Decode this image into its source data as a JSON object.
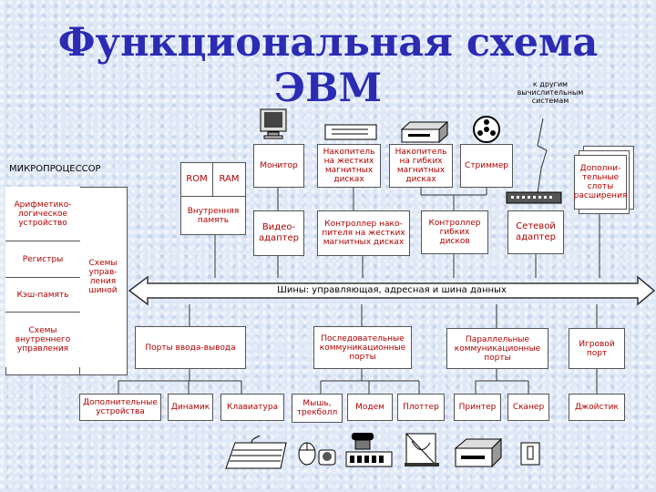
{
  "title": "Функциональная схема ЭВМ",
  "cpu": {
    "heading": "МИКРОПРОЦЕССОР",
    "alu": "Арифметико-логическое устройство",
    "registers": "Регистры",
    "cache": "Кэш-память",
    "control": "Схемы внутреннего управления",
    "bus_control": "Схемы управ-ления шиной"
  },
  "memory": {
    "rom": "ROM",
    "ram": "RAM",
    "internal": "Внутренняя память"
  },
  "devices": {
    "monitor": "Монитор",
    "hdd": "Накопитель на жестких магнитных дисках",
    "fdd": "Накопитель на гибких магнитных дисках",
    "streamer": "Стриммер",
    "slots": "Дополни-тельные слоты расширения",
    "network_note": "к другим вычислительным системам"
  },
  "controllers": {
    "video": "Видео-адаптер",
    "hdd_ctrl": "Контроллер нако-пителя на жестких магнитных дисках",
    "fdd_ctrl": "Контроллер гибких дисков",
    "net": "Сетевой адаптер"
  },
  "bus": "Шины: управляющая, адресная и шина данных",
  "ports": {
    "io": "Порты ввода-вывода",
    "serial": "Последовательные коммуникационные порты",
    "parallel": "Параллельные коммуникационные порты",
    "game": "Игровой порт"
  },
  "peripherals": {
    "extra": "Дополнительные устройства",
    "speaker": "Динамик",
    "keyboard": "Клавиатура",
    "mouse": "Мышь, трекболл",
    "modem": "Модем",
    "plotter": "Плоттер",
    "printer": "Принтер",
    "scanner": "Сканер",
    "joystick": "Джойстик"
  }
}
